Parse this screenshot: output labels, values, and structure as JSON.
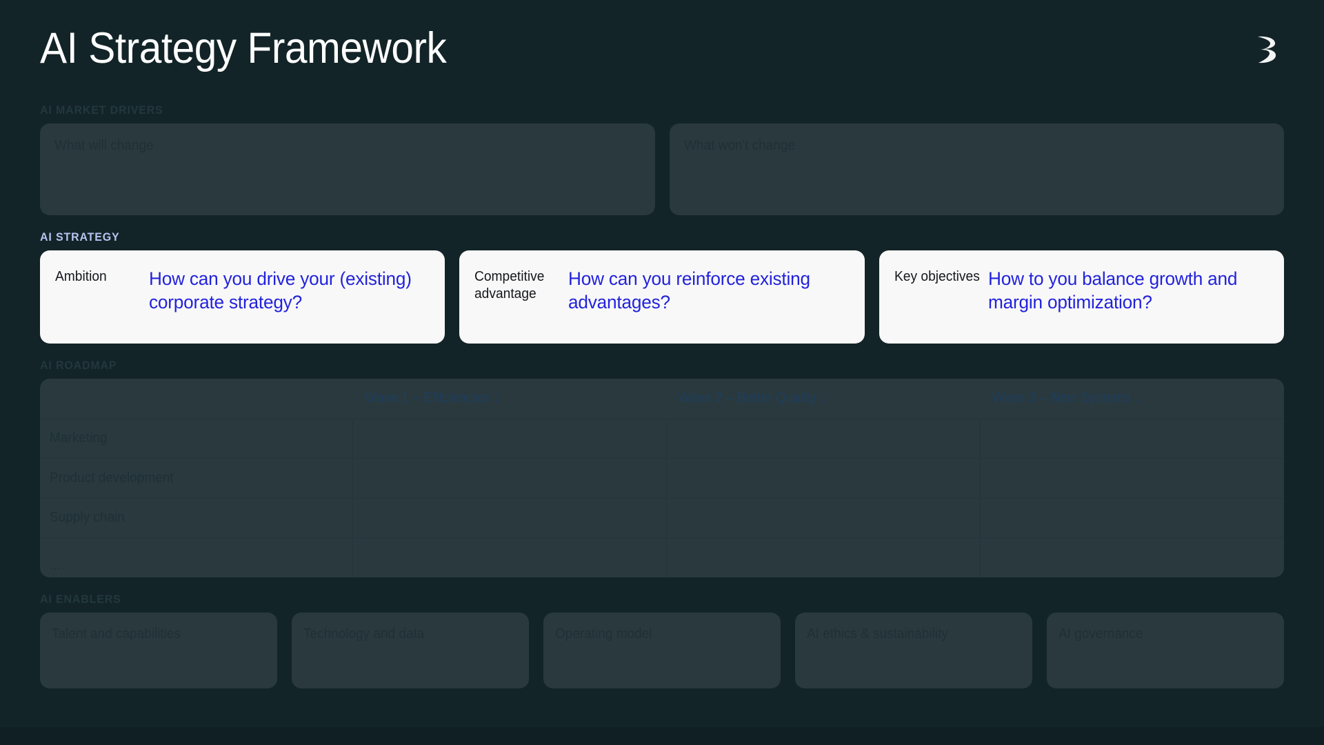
{
  "header": {
    "title": "AI Strategy Framework",
    "logo_icon": "brand-wing-logo-icon"
  },
  "sections": {
    "market_drivers": {
      "label": "AI MARKET DRIVERS",
      "cards": [
        {
          "placeholder": "What will change"
        },
        {
          "placeholder": "What won't change"
        }
      ]
    },
    "strategy": {
      "label": "AI STRATEGY",
      "cards": [
        {
          "label": "Ambition",
          "question": "How can you drive your (existing) corporate strategy?"
        },
        {
          "label": "Competitive advantage",
          "question": "How can you reinforce existing advantages?"
        },
        {
          "label": "Key objectives",
          "question": "How to you balance growth and margin optimization?"
        }
      ]
    },
    "roadmap": {
      "label": "AI ROADMAP",
      "table": {
        "corner_header": "",
        "columns": [
          "Wave 1 – Efficiencies ↓",
          "Wave 2 – Better Quality ↓",
          "Wave 3 – New Systems ↓"
        ],
        "rows": [
          {
            "label": "Marketing",
            "cells": [
              "",
              "",
              ""
            ]
          },
          {
            "label": "Product development",
            "cells": [
              "",
              "",
              ""
            ]
          },
          {
            "label": "Supply chain",
            "cells": [
              "",
              "",
              ""
            ]
          },
          {
            "label": "...",
            "cells": [
              "",
              "",
              ""
            ]
          }
        ]
      }
    },
    "enablers": {
      "label": "AI ENABLERS",
      "cards": [
        {
          "label": "Talent and capabilities"
        },
        {
          "label": "Technology and data"
        },
        {
          "label": "Operating model"
        },
        {
          "label": "AI ethics & sustainability"
        },
        {
          "label": "AI governance"
        }
      ]
    }
  },
  "colors": {
    "background": "#132428",
    "card": "#2a393e",
    "card_text": "#1e3036",
    "white_card": "#f8f8f8",
    "accent_blue": "#2222dd",
    "label_accent": "#b8c4f2",
    "label_muted": "#22383d",
    "wave_header": "#1e3e5d",
    "title": "#ffffff"
  }
}
